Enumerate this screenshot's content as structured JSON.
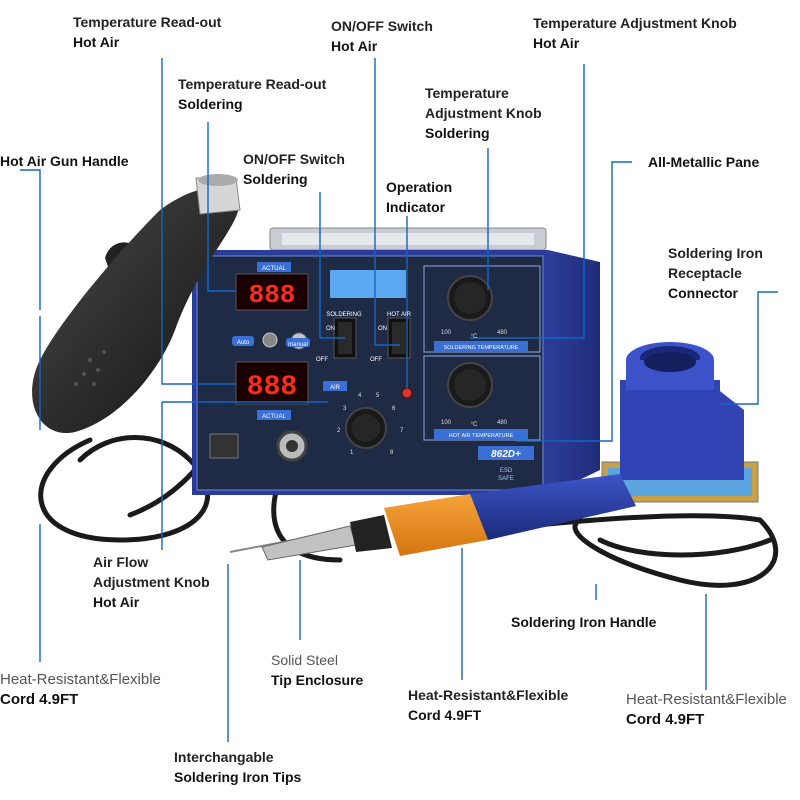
{
  "labels": {
    "temp_readout_hot_air": {
      "line1": "Temperature Read-out",
      "line2": "Hot Air"
    },
    "onoff_hot_air": {
      "line1": "ON/OFF Switch",
      "line2": "Hot Air"
    },
    "temp_knob_hot_air": {
      "line1": "Temperature Adjustment Knob",
      "line2": "Hot Air"
    },
    "temp_readout_soldering": {
      "line1": "Temperature Read-out",
      "line2": "Soldering"
    },
    "temp_knob_soldering": {
      "line1": "Temperature",
      "line1b": "Adjustment Knob",
      "line2": "Soldering"
    },
    "hot_air_gun_handle": {
      "line1": "Hot Air Gun Handle"
    },
    "onoff_soldering": {
      "line1": "ON/OFF Switch",
      "line2": "Soldering"
    },
    "operation_indicator": {
      "line1": "Operation",
      "line2": "Indicator"
    },
    "metallic_pane": {
      "line1": "All-Metallic Pane"
    },
    "iron_receptacle": {
      "line1": "Soldering Iron",
      "line1b": "Receptacle",
      "line2": "Connector"
    },
    "air_flow_knob": {
      "line1": "Air Flow",
      "line1b": "Adjustment Knob",
      "line2": "Hot Air"
    },
    "iron_handle": {
      "line1": "Soldering Iron Handle"
    },
    "cord_left": {
      "line1": "Heat-Resistant&Flexible",
      "line2": "Cord 4.9FT"
    },
    "tip_enclosure": {
      "line1": "Solid Steel",
      "line2": "Tip Enclosure"
    },
    "cord_center": {
      "line1": "Heat-Resistant&Flexible",
      "line2": "Cord 4.9FT"
    },
    "cord_right": {
      "line1": "Heat-Resistant&Flexible",
      "line2": "Cord 4.9FT"
    },
    "iron_tips": {
      "line1": "Interchangable",
      "line2": "Soldering Iron Tips"
    }
  },
  "panel": {
    "actual_top": "ACTUAL",
    "actual_bottom": "ACTUAL",
    "digits_top": "888",
    "digits_bottom": "888",
    "auto": "Auto",
    "manual": "manual",
    "soldering_switch": "SOLDERING",
    "hot_air_switch": "HOT AIR",
    "on": "ON",
    "off": "OFF",
    "air": "AIR",
    "soldering_temperature": "SOLDERING TEMPERATURE",
    "hot_air_temperature": "HOT AIR TEMPERATURE",
    "dial_min": "100",
    "dial_unit": "°C",
    "dial_max": "480",
    "model": "862D+",
    "esd": "ESD",
    "safe": "SAFE",
    "air_scale": [
      "1",
      "2",
      "3",
      "4",
      "5",
      "6",
      "7",
      "8"
    ]
  },
  "colors": {
    "leader": "#1565c0",
    "body_blue": "#2b3f9e",
    "panel_dark": "#20283c"
  }
}
